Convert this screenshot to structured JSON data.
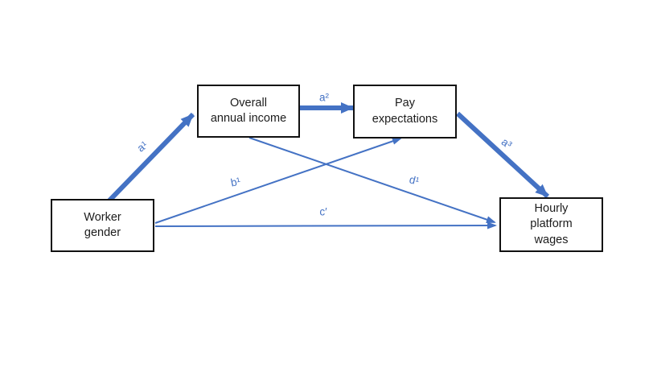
{
  "diagram": {
    "type": "mediation-path-diagram",
    "background_color": "#ffffff",
    "accent_color": "#4472C4",
    "box_border_color": "#111111",
    "nodes": [
      {
        "id": "worker-gender",
        "label": "Worker\ngender"
      },
      {
        "id": "overall-annual-income",
        "label": "Overall\nannual income"
      },
      {
        "id": "pay-expectations",
        "label": "Pay\nexpectations"
      },
      {
        "id": "hourly-platform-wages",
        "label": "Hourly\nplatform\nwages"
      }
    ],
    "paths": [
      {
        "id": "a1",
        "label": "a¹",
        "from": "Worker gender",
        "to": "Overall annual income",
        "style": "thick"
      },
      {
        "id": "a2",
        "label": "a²",
        "from": "Overall annual income",
        "to": "Pay expectations",
        "style": "thick"
      },
      {
        "id": "a3",
        "label": "a³",
        "from": "Pay expectations",
        "to": "Hourly platform wages",
        "style": "thick"
      },
      {
        "id": "b1",
        "label": "b¹",
        "from": "Worker gender",
        "to": "Pay expectations",
        "style": "thin"
      },
      {
        "id": "d1",
        "label": "d¹",
        "from": "Overall annual income",
        "to": "Hourly platform wages",
        "style": "thin"
      },
      {
        "id": "c-prime",
        "label": "c′",
        "from": "Worker gender",
        "to": "Hourly platform wages",
        "style": "thin"
      }
    ]
  }
}
